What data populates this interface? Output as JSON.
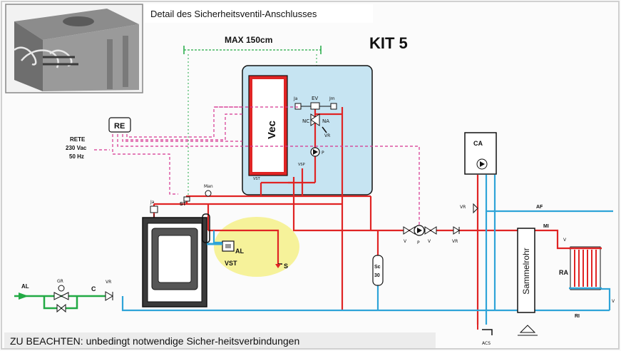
{
  "header": {
    "detail_caption": "Detail des Sicherheitsventil-Anschlusses",
    "kit_title": "KIT 5",
    "max_distance": "MAX 150cm"
  },
  "labels": {
    "re": "RE",
    "rete_line1": "RETE",
    "rete_line2": "230 Vac",
    "rete_line3": "50 Hz",
    "vec": "Vec",
    "ja_top": "Ja",
    "ev": "EV",
    "jm": "Jm",
    "nc": "NC",
    "na": "NA",
    "vr_inner": "VR",
    "p_inner": "P",
    "vsp": "VSP",
    "vst_inner": "VST",
    "man": "Man",
    "st": "ST",
    "ja_boiler": "Ja",
    "al_valve": "AL",
    "vst_valve": "VST",
    "s": "S",
    "al_inlet": "AL",
    "gr": "GR",
    "c": "C",
    "vr_inlet": "VR",
    "sc_top": "Sc",
    "sc_bottom": "30",
    "v_left": "V",
    "p_pump": "P",
    "v_right": "V",
    "vr_circuit": "VR",
    "ca": "CA",
    "vr_ca": "VR",
    "af": "AF",
    "mi": "MI",
    "v_ra_top": "V",
    "ra": "RA",
    "v_ra_bottom": "V",
    "ri": "RI",
    "sammelrohr": "Sammelrohr",
    "acs": "ACS"
  },
  "footer": {
    "note": "ZU BEACHTEN: unbedingt notwendige Sicher-heitsverbindungen"
  },
  "colors": {
    "hot_pipe": "#e02424",
    "cold_pipe": "#2fa4d8",
    "electric": "#d6348f",
    "green_pipe": "#22aa44",
    "unit_fill": "#c6e4f2",
    "highlight": "#f6f29a"
  }
}
